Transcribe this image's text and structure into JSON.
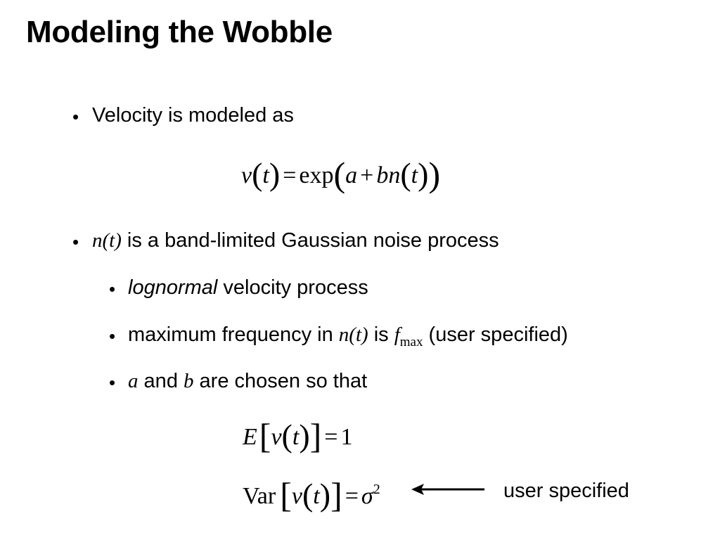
{
  "slide": {
    "title": "Modeling the Wobble",
    "bullets": {
      "b1": {
        "text": "Velocity is modeled as"
      },
      "eq1": {
        "v": "v",
        "t": "t",
        "eq": "=",
        "exp": "exp",
        "a": "a",
        "plus": "+",
        "bn": "bn",
        "lp": "(",
        "rp": ")",
        "bigl": "(",
        "bigr": ")"
      },
      "b2": {
        "math": "n(t)",
        "text": " is a band-limited Gaussian noise process"
      },
      "b3": {
        "italic": "lognormal",
        "text": " velocity process"
      },
      "b4": {
        "pre": "maximum frequency in ",
        "math": "n(t)",
        "mid": " is ",
        "f": "f",
        "fsub": "max",
        "post": " (user specified)"
      },
      "b5": {
        "a": "a",
        "and": " and ",
        "b": "b",
        "post": " are chosen so that"
      },
      "eq2": {
        "E": "E",
        "lb": "[",
        "rb": "]",
        "v": "v",
        "t": "t",
        "lp": "(",
        "rp": ")",
        "eq": "=",
        "one": "1"
      },
      "eq3": {
        "var": "Var",
        "lb": "[",
        "rb": "]",
        "v": "v",
        "t": "t",
        "lp": "(",
        "rp": ")",
        "eq": "=",
        "sigma": "σ",
        "sq": "2"
      },
      "note": "user specified",
      "bullet_char": "•"
    }
  }
}
